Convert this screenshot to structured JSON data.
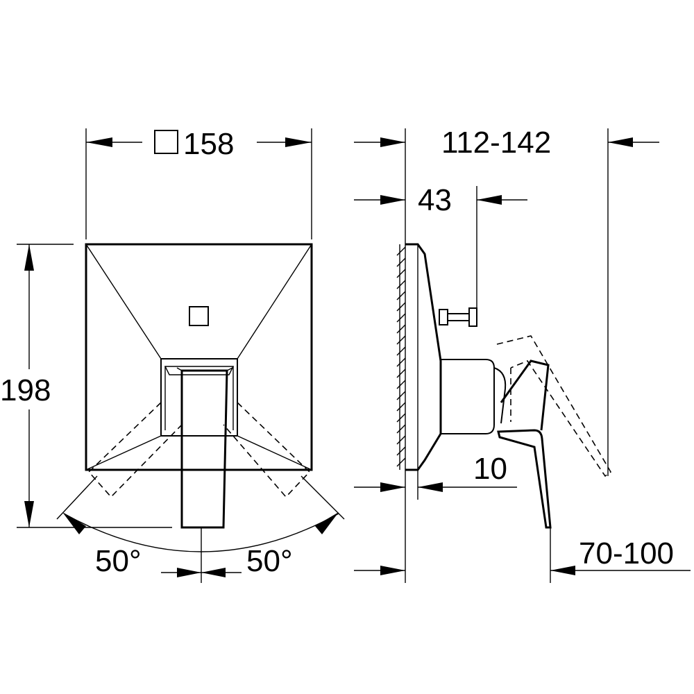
{
  "labels": {
    "width": "158",
    "height": "198",
    "depth_range": "112-142",
    "depth_43": "43",
    "depth_10": "10",
    "lever_range": "70-100",
    "angle_left": "50°",
    "angle_right": "50°"
  }
}
